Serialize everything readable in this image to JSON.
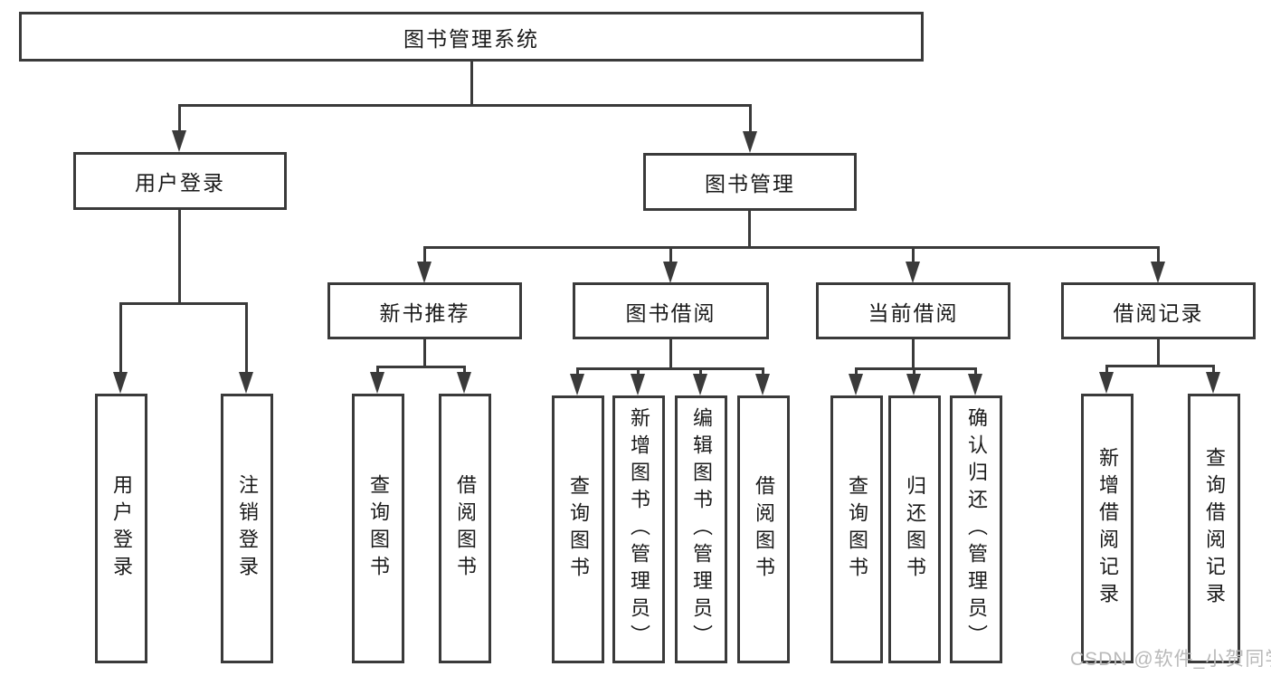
{
  "title": "图书管理系统",
  "watermark": "CSDN @软件_小贺同学",
  "colors": {
    "line": "#3a3a3a",
    "text": "#1a1a1a",
    "node_background": "#ffffff",
    "watermark": "#b9b9b9",
    "background": "#ffffff"
  },
  "tree": {
    "label": "图书管理系统",
    "children": [
      {
        "label": "用户登录",
        "children": [
          {
            "label": "用户登录"
          },
          {
            "label": "注销登录"
          }
        ]
      },
      {
        "label": "图书管理",
        "children": [
          {
            "label": "新书推荐",
            "children": [
              {
                "label": "查询图书"
              },
              {
                "label": "借阅图书"
              }
            ]
          },
          {
            "label": "图书借阅",
            "children": [
              {
                "label": "查询图书"
              },
              {
                "label": "新增图书（管理员）"
              },
              {
                "label": "编辑图书（管理员）"
              },
              {
                "label": "借阅图书"
              }
            ]
          },
          {
            "label": "当前借阅",
            "children": [
              {
                "label": "查询图书"
              },
              {
                "label": "归还图书"
              },
              {
                "label": "确认归还（管理员）"
              }
            ]
          },
          {
            "label": "借阅记录",
            "children": [
              {
                "label": "新增借阅记录"
              },
              {
                "label": "查询借阅记录"
              }
            ]
          }
        ]
      }
    ]
  }
}
